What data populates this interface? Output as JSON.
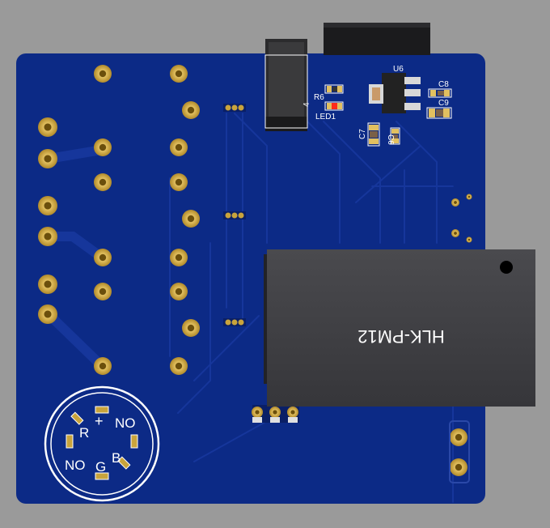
{
  "board": {
    "colors": {
      "background": "#9a9a9a",
      "soldermask": "#0c2a86",
      "trace": "#16369b",
      "pad_gold": "#c9a43c",
      "pad_gold_dark": "#7a5d14",
      "silkscreen": "#ffffff",
      "module": "#3f3f42",
      "header": "#1b1b1d",
      "led": "#ff2a1a"
    },
    "labels": {
      "u6": "U6",
      "c8": "C8",
      "c9": "C9",
      "c7": "C7",
      "c6": "C6",
      "r6": "R6",
      "r6_suffix": "4",
      "led1": "LED1",
      "module": "HLK-PM12"
    },
    "switch": {
      "plus": "+",
      "r": "R",
      "no_top": "NO",
      "b": "B",
      "g": "G",
      "no_bottom": "NO"
    }
  }
}
